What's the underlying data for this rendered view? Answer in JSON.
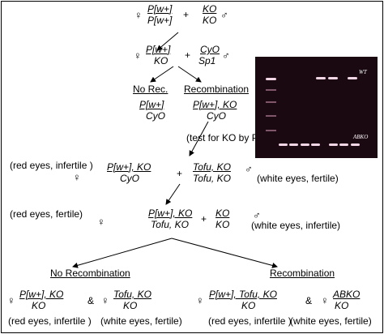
{
  "symbols": {
    "female": "♀",
    "male": "♂",
    "cross": "+",
    "and": "&"
  },
  "gen0": {
    "female": {
      "top": "P[w+]",
      "bottom": "P[w+]"
    },
    "male": {
      "top": "KO",
      "bottom": "KO"
    }
  },
  "gen1": {
    "female": {
      "top": "P[w+]",
      "bottom": "KO"
    },
    "male": {
      "top": "CyO",
      "bottom": "Sp1"
    }
  },
  "branch1": {
    "no_rec": {
      "label": "No Rec.",
      "top": "P[w+]",
      "bottom": "CyO"
    },
    "rec": {
      "label": "Recombination",
      "top": "P[w+], KO",
      "bottom": "CyO"
    },
    "test_note": "(test for KO by PCR)"
  },
  "gen2": {
    "left_pheno": "(red eyes, infertile )",
    "female": {
      "top": "P[w+], KO",
      "bottom": "CyO"
    },
    "male": {
      "top": "Tofu, KO",
      "bottom": "Tofu, KO"
    },
    "right_pheno": "(white eyes, fertile)"
  },
  "gen3": {
    "left_pheno": "(red eyes, fertile)",
    "female": {
      "top": "P[w+], KO",
      "bottom": "Tofu, KO"
    },
    "male": {
      "top": "KO",
      "bottom": "KO"
    },
    "right_pheno": "(white eyes, infertile)"
  },
  "final": {
    "no_rec_label": "No Recombination",
    "rec_label": "Recombination",
    "a": {
      "top": "P[w+], KO",
      "bottom": "KO",
      "pheno": "(red eyes, infertile )"
    },
    "b": {
      "top": "Tofu, KO",
      "bottom": "KO",
      "pheno": "(white eyes, fertile)"
    },
    "c": {
      "top": "P[w+], Tofu, KO",
      "bottom": "KO",
      "pheno": "(red eyes, infertile )"
    },
    "d": {
      "top": "ABKO",
      "bottom": "KO",
      "pheno": "(white eyes, fertile)"
    }
  },
  "gel": {
    "wt_label": "WT",
    "abko_label": "ABKO",
    "background_color": "#1a0910",
    "band_color": "#f2d6e6"
  }
}
